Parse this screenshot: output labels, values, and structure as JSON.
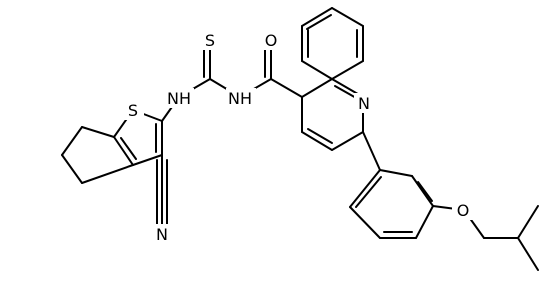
{
  "atoms": {
    "o_carbonyl": "O",
    "n_quinoline": "N",
    "s_thiourea": "S",
    "nh_amide": "NH",
    "nh_thio": "NH",
    "s_thiophene": "S",
    "n_nitrile": "N",
    "o_ether": "O"
  },
  "colors": {
    "bond": "#000000",
    "label": "#000000",
    "background": "#ffffff"
  }
}
